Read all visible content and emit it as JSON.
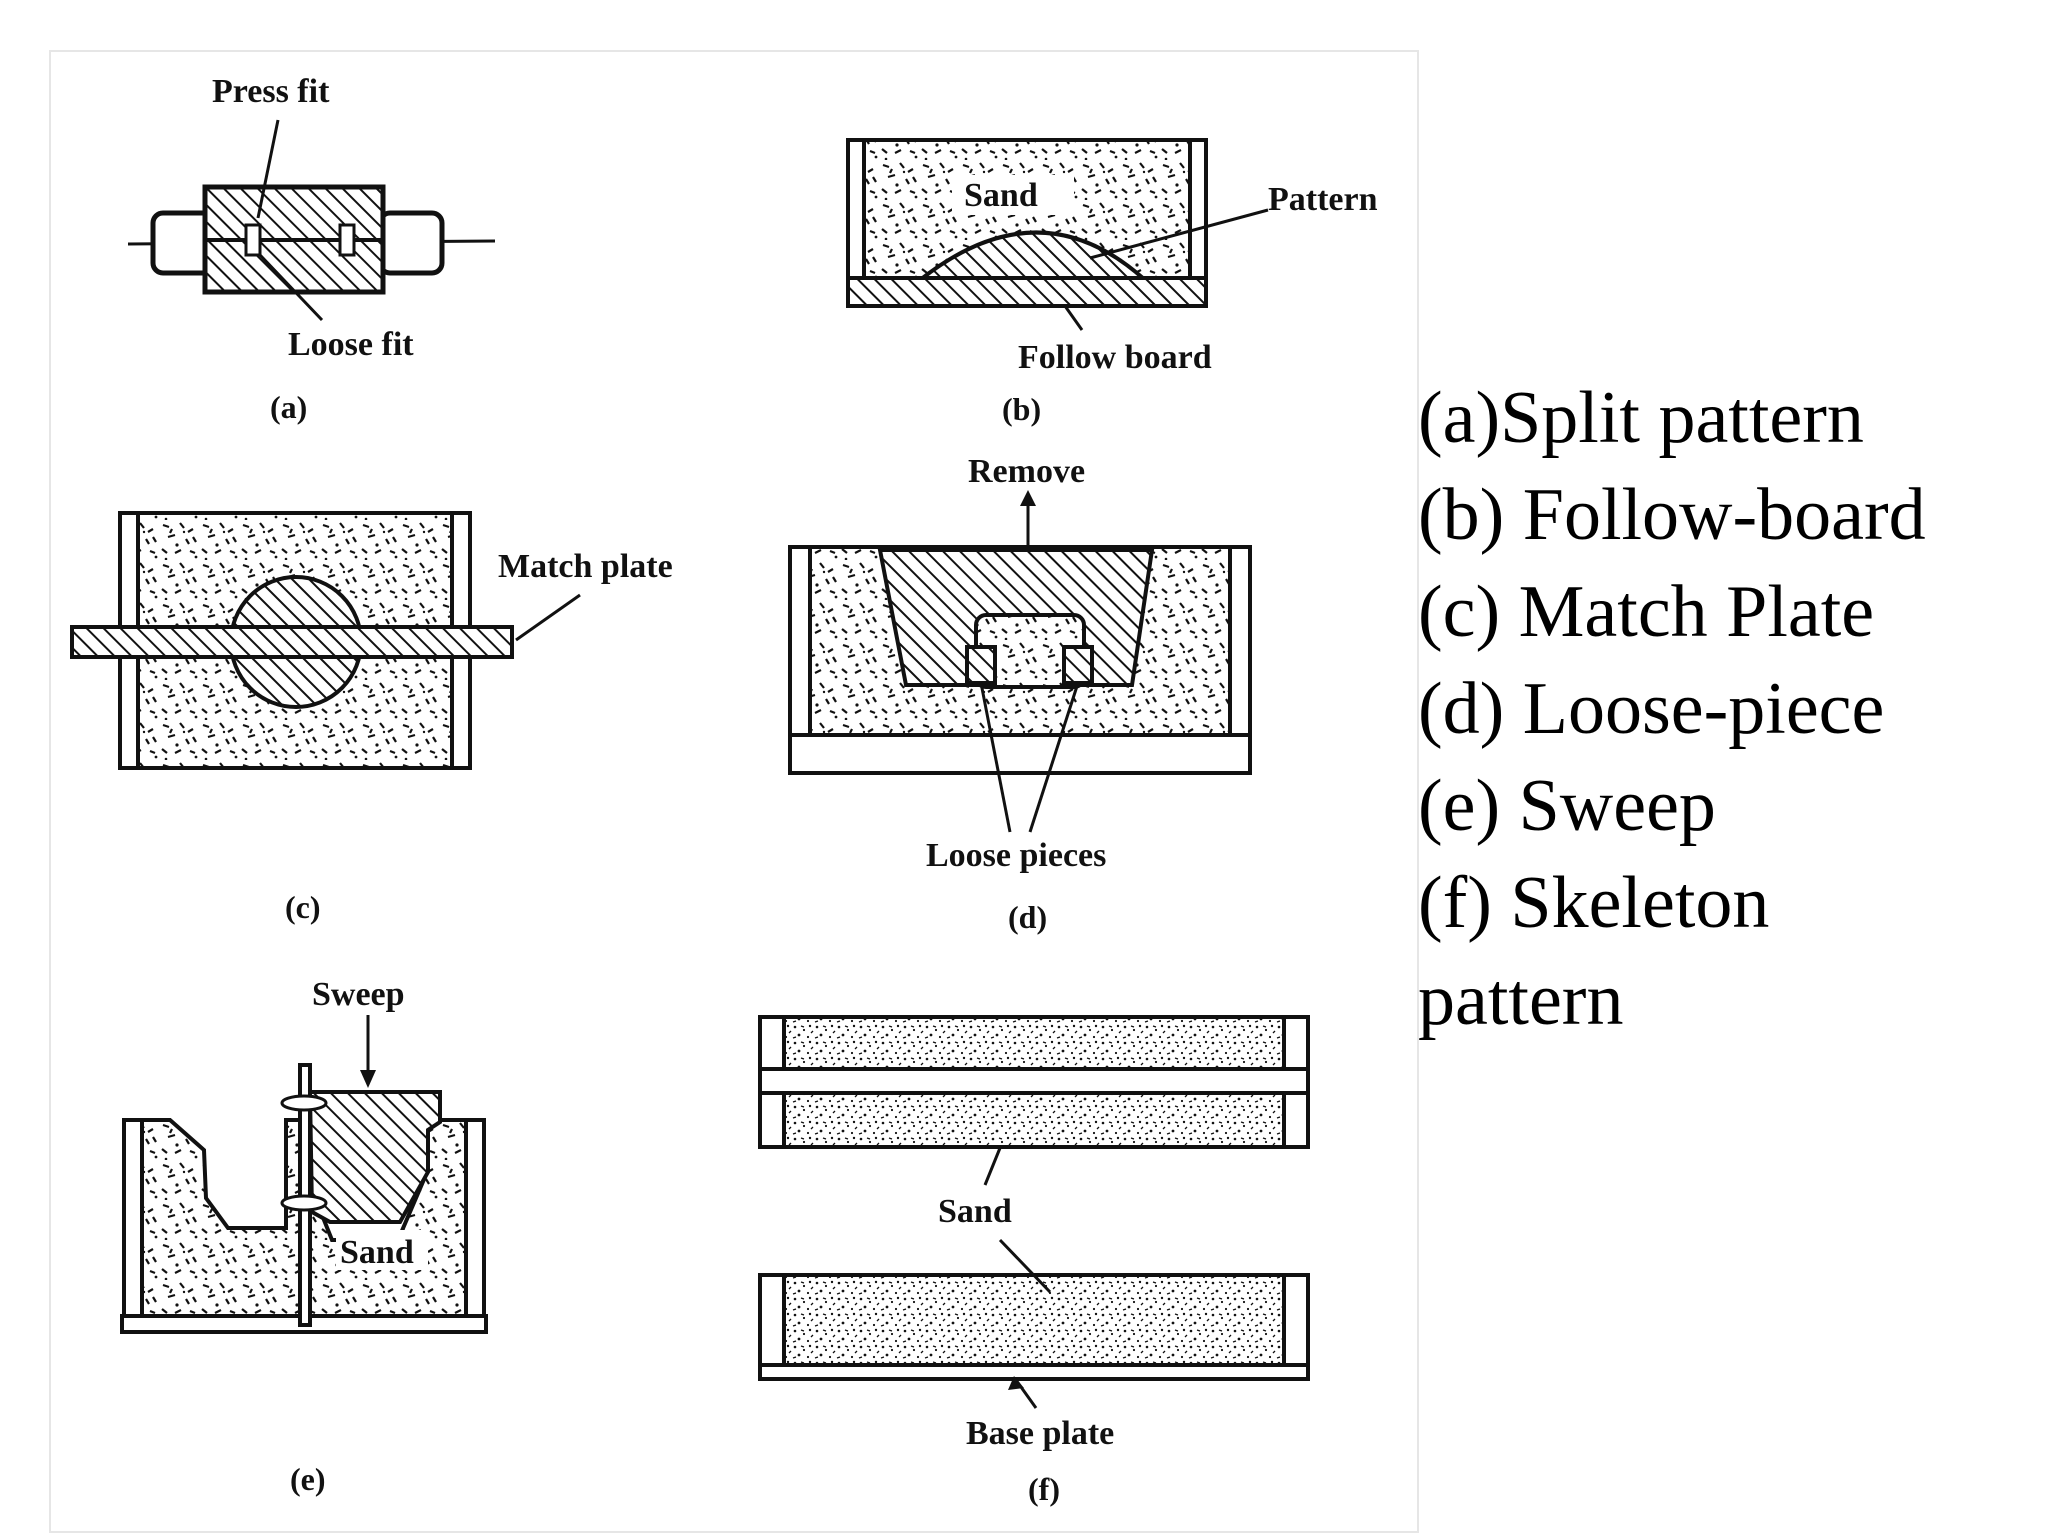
{
  "figure": {
    "a": {
      "caption": "(a)",
      "labels": {
        "press_fit": "Press fit",
        "loose_fit": "Loose fit"
      }
    },
    "b": {
      "caption": "(b)",
      "labels": {
        "sand": "Sand",
        "pattern": "Pattern",
        "follow_board": "Follow board"
      }
    },
    "c": {
      "caption": "(c)",
      "labels": {
        "match_plate": "Match plate"
      }
    },
    "d": {
      "caption": "(d)",
      "labels": {
        "remove": "Remove",
        "loose_pieces": "Loose pieces"
      }
    },
    "e": {
      "caption": "(e)",
      "labels": {
        "sweep": "Sweep",
        "sand": "Sand"
      }
    },
    "f": {
      "caption": "(f)",
      "labels": {
        "sand": "Sand",
        "base_plate": "Base plate"
      }
    }
  },
  "legend": {
    "lines": [
      "(a)Split pattern",
      "(b) Follow-board",
      "(c) Match Plate",
      "(d) Loose-piece",
      "(e) Sweep",
      "(f) Skeleton",
      "pattern"
    ]
  }
}
